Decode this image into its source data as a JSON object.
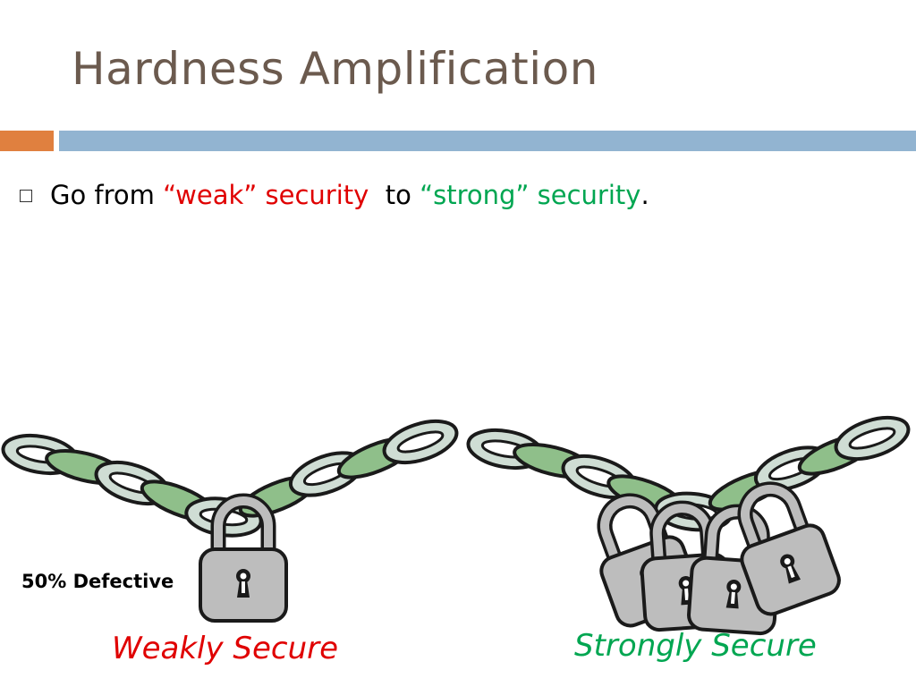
{
  "slide": {
    "title": "Hardness Amplification",
    "bullet": {
      "prefix": "Go from ",
      "weak": "“weak” security",
      "middle": "  to ",
      "strong": "“strong” security",
      "suffix": "."
    },
    "defective_label": "50% Defective",
    "weak_caption": "Weakly Secure",
    "strong_caption": "Strongly Secure"
  },
  "colors": {
    "title": "#6b5a4e",
    "accent_orange": "#e0803f",
    "accent_blue": "#92b4d1",
    "weak": "#e00000",
    "strong": "#00a651",
    "chain_gray": "#c8d8d0",
    "chain_green": "#8fbf8a",
    "lock_gray": "#bdbdbd"
  },
  "icons": [
    "chain-icon",
    "padlock-icon"
  ]
}
